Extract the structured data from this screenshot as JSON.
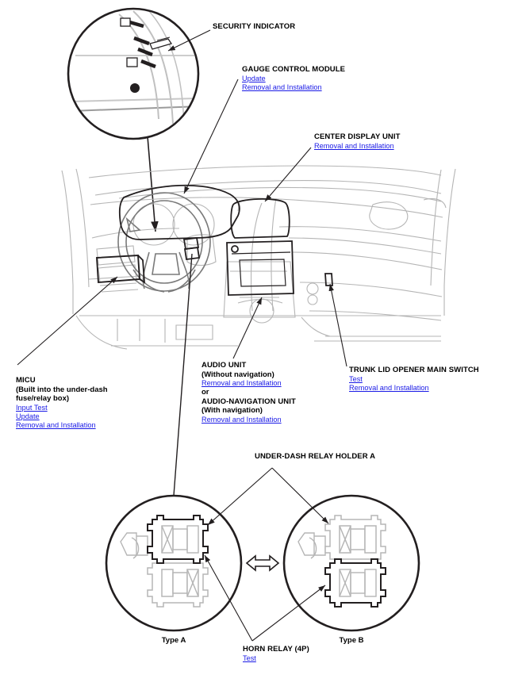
{
  "document": {
    "type": "automotive-service-diagram",
    "subject": "Instrument panel component locations"
  },
  "colors": {
    "link": "#1a1ae6",
    "text": "#000000",
    "art_light": "#b5b5b5",
    "art_dark": "#231f20",
    "background": "#ffffff"
  },
  "callouts": {
    "security_indicator": {
      "title": "SECURITY INDICATOR",
      "links": []
    },
    "gauge_control_module": {
      "title": "GAUGE CONTROL MODULE",
      "links": [
        "Update",
        "Removal and Installation"
      ]
    },
    "center_display_unit": {
      "title": "CENTER DISPLAY UNIT",
      "links": [
        "Removal and Installation"
      ]
    },
    "micu": {
      "title": "MICU",
      "note_line1": "(Built into the under-dash",
      "note_line2": "fuse/relay box)",
      "links": [
        "Input Test",
        "Update",
        "Removal and Installation"
      ]
    },
    "audio_unit": {
      "title": "AUDIO UNIT",
      "variant": "(Without navigation)",
      "links": [
        "Removal and Installation"
      ],
      "conjunction": "or",
      "alt_title": "AUDIO-NAVIGATION UNIT",
      "alt_variant": "(With navigation)",
      "alt_links": [
        "Removal and Installation"
      ]
    },
    "trunk_lid_opener_main_switch": {
      "title": "TRUNK LID OPENER MAIN SWITCH",
      "links": [
        "Test",
        "Removal and Installation"
      ]
    },
    "under_dash_relay_holder_a": {
      "title": "UNDER-DASH RELAY HOLDER A"
    },
    "horn_relay": {
      "title": "HORN RELAY (4P)",
      "links": [
        "Test"
      ]
    }
  },
  "detail_views": {
    "type_a": {
      "label": "Type A",
      "highlighted_relay": "top"
    },
    "type_b": {
      "label": "Type B",
      "highlighted_relay": "bottom"
    },
    "swap_arrow": "double-headed-horizontal-arrow"
  },
  "icons": {
    "security_indicator_dot": "filled-circle-indicator",
    "magnifier_detail": "magnified-circle-view",
    "leader_arrow": "arrow-head"
  }
}
